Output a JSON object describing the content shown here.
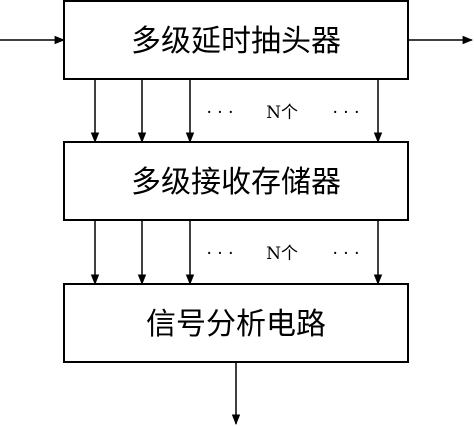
{
  "diagram": {
    "blocks": [
      {
        "id": "delay",
        "label": "多级延时抽头器"
      },
      {
        "id": "memory",
        "label": "多级接收存储器"
      },
      {
        "id": "analysis",
        "label": "信号分析电路"
      }
    ],
    "taps": {
      "dots_left": "· · ·",
      "count_label": "N个",
      "dots_right": "· · ·"
    }
  }
}
